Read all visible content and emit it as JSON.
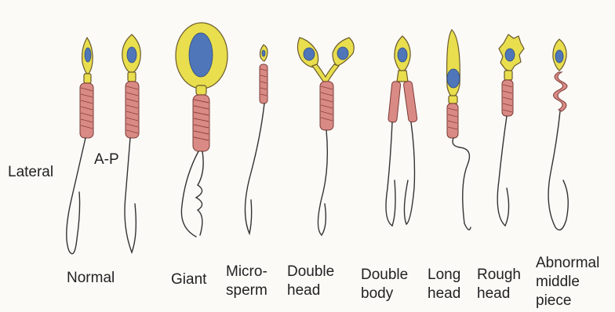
{
  "labels": {
    "lateral": "Lateral",
    "ap": "A-P",
    "normal": "Normal",
    "giant": "Giant",
    "microsperm": "Micro-\nsperm",
    "double_head": "Double\nhead",
    "double_body": "Double\nbody",
    "long_head": "Long\nhead",
    "rough_head": "Rough\nhead",
    "abnormal_middle_piece": "Abnormal\nmiddle\npiece"
  },
  "colors": {
    "head": "#e8de4e",
    "nucleus": "#4f76b8",
    "middle_piece": "#d98a84",
    "tail": "#333333"
  }
}
